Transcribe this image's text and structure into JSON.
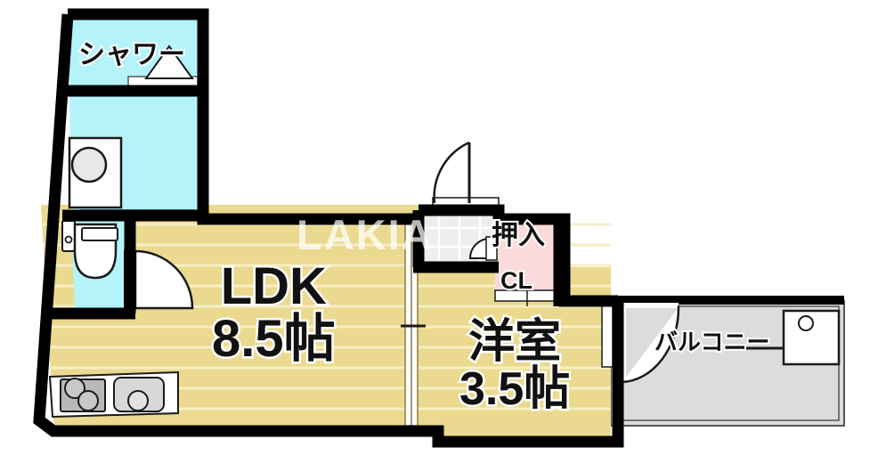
{
  "plan": {
    "watermark": "LAKIA",
    "colors": {
      "wall": "#000000",
      "floor_wood": "#ead98f",
      "floor_stripe": "#f6edc0",
      "water_room": "#b5f3fb",
      "closet_pink": "#fadada",
      "balcony_gray": "#dcdcdc",
      "genkan_tile": "#eeeeee",
      "fixture_gray": "#d0d0d0",
      "outline": "#1a1a1a"
    },
    "rooms": [
      {
        "key": "ldk",
        "name": "LDK",
        "area": "8.5帖",
        "label_lines": [
          "LDK",
          "8.5帖"
        ],
        "type": "living-dining-kitchen"
      },
      {
        "key": "yoshitsu",
        "name": "洋室",
        "area": "3.5帖",
        "label_lines": [
          "洋室",
          "3.5帖"
        ],
        "type": "western-style-room"
      },
      {
        "key": "shower",
        "name": "シャワー",
        "area": "",
        "label_lines": [
          "シャワー"
        ],
        "type": "shower-room"
      },
      {
        "key": "balcony",
        "name": "バルコニー",
        "area": "",
        "label_lines": [
          "バルコニー"
        ],
        "type": "balcony"
      },
      {
        "key": "closet",
        "name": "押入",
        "area": "",
        "label_lines": [
          "押入"
        ],
        "type": "closet"
      },
      {
        "key": "cl",
        "name": "CL",
        "area": "",
        "label_lines": [
          "CL"
        ],
        "type": "closet"
      }
    ],
    "fixtures": [
      {
        "key": "stove",
        "name": "コンロ",
        "icon": "two-burner-stove-icon"
      },
      {
        "key": "sink",
        "name": "シンク",
        "icon": "kitchen-sink-icon"
      },
      {
        "key": "toilet",
        "name": "トイレ",
        "icon": "toilet-icon"
      },
      {
        "key": "washbasin",
        "name": "洗面台",
        "icon": "washbasin-icon"
      },
      {
        "key": "shower_head",
        "name": "シャワー",
        "icon": "shower-icon"
      },
      {
        "key": "genkan",
        "name": "珄関",
        "icon": "entrance-tile-icon"
      },
      {
        "key": "ac_unit",
        "name": "空調室外機",
        "icon": "outdoor-unit-icon"
      },
      {
        "key": "entrance_door",
        "name": "珄関扉",
        "icon": "door-swing-icon"
      },
      {
        "key": "balcony_door",
        "name": "バルコニー扉",
        "icon": "door-swing-icon"
      },
      {
        "key": "toilet_door",
        "name": "トイレ扉",
        "icon": "door-swing-icon"
      },
      {
        "key": "closet_door",
        "name": "押入扉",
        "icon": "door-swing-icon"
      },
      {
        "key": "partition",
        "name": "引き戸",
        "icon": "sliding-door-icon"
      }
    ]
  }
}
